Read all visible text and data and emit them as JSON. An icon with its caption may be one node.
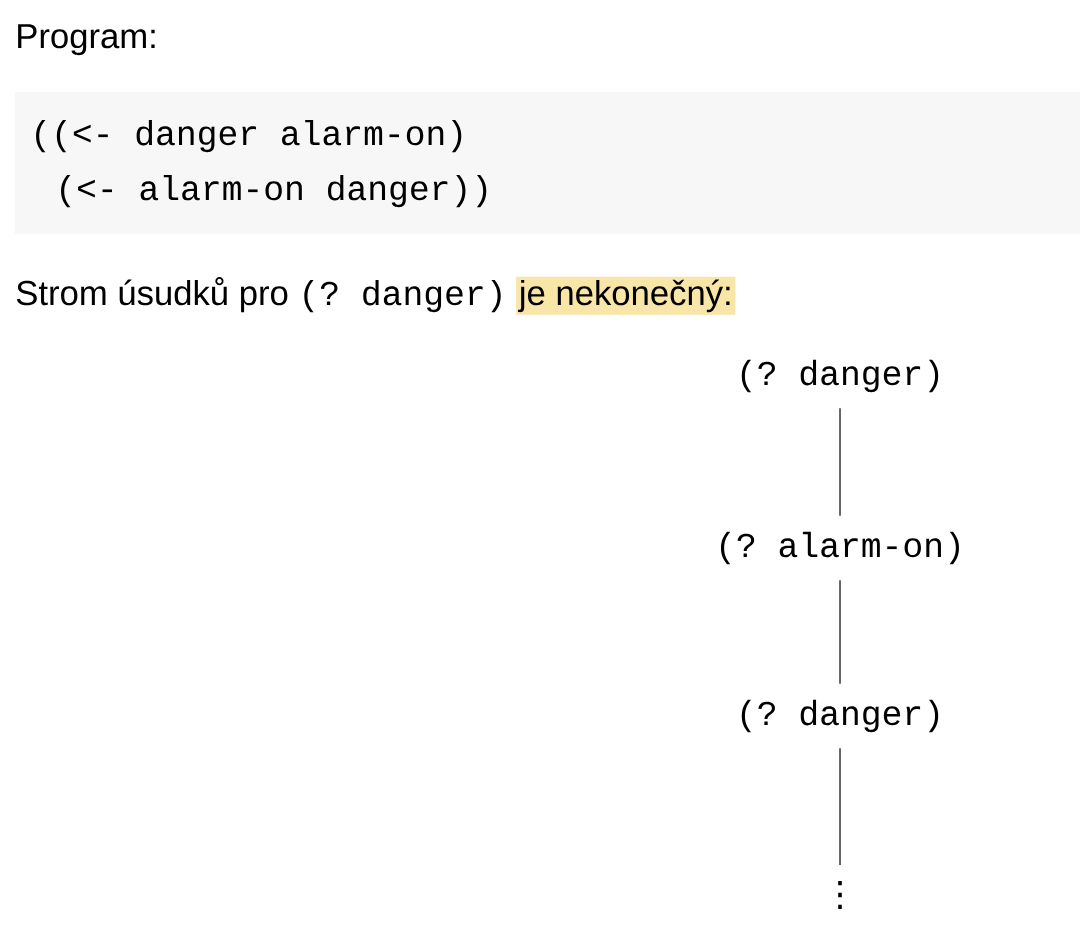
{
  "diagram": {
    "nodes": [
      {
        "text": [
          "(? danger)"
        ]
      },
      {
        "text": [
          "(? alarm-on)"
        ]
      },
      {
        "text": [
          "(? danger)"
        ]
      },
      {
        "text": [
          "⋮"
        ]
      }
    ],
    "edges": [
      {
        "from": 0,
        "to": 1,
        "arrow": "none"
      },
      {
        "from": 1,
        "to": 2,
        "arrow": "none"
      },
      {
        "from": 2,
        "to": 3,
        "arrow": "none"
      }
    ],
    "labels": [
      "Program:",
      "((<- danger alarm-on)",
      "(<- alarm-on danger))",
      "Strom úsudků pro",
      "(? danger)",
      "je nekonečný:"
    ]
  }
}
